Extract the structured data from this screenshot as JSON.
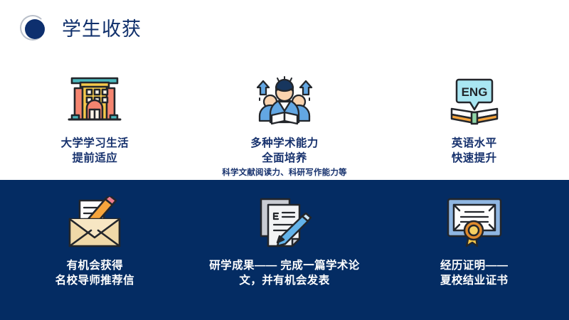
{
  "header": {
    "title": "学生收获",
    "logo_icon": "circle-ring-logo-icon"
  },
  "theme": {
    "background": "#ffffff",
    "band_color": "#042c63",
    "title_color": "#0f2f6b",
    "light_text_color": "#16316d",
    "dark_text_color": "#ffffff"
  },
  "rows": {
    "top": {
      "items": [
        {
          "icon": "university-building-icon",
          "title": "大学学习生活\n提前适应",
          "subtitle": ""
        },
        {
          "icon": "students-group-growth-icon",
          "title": "多种学术能力\n全面培养",
          "subtitle": "科学文献阅读力、科研写作能力等"
        },
        {
          "icon": "english-book-speech-bubble-icon",
          "icon_label": "ENG",
          "title": "英语水平\n快速提升",
          "subtitle": ""
        }
      ]
    },
    "bottom": {
      "items": [
        {
          "icon": "envelope-letter-pencil-icon",
          "title": "有机会获得\n名校导师推荐信",
          "subtitle": ""
        },
        {
          "icon": "papers-pen-icon",
          "title": "研学成果——\n完成一篇学术论文，并有机会发表",
          "subtitle": ""
        },
        {
          "icon": "certificate-ribbon-icon",
          "title": "经历证明——\n夏校结业证书",
          "subtitle": ""
        }
      ]
    }
  }
}
